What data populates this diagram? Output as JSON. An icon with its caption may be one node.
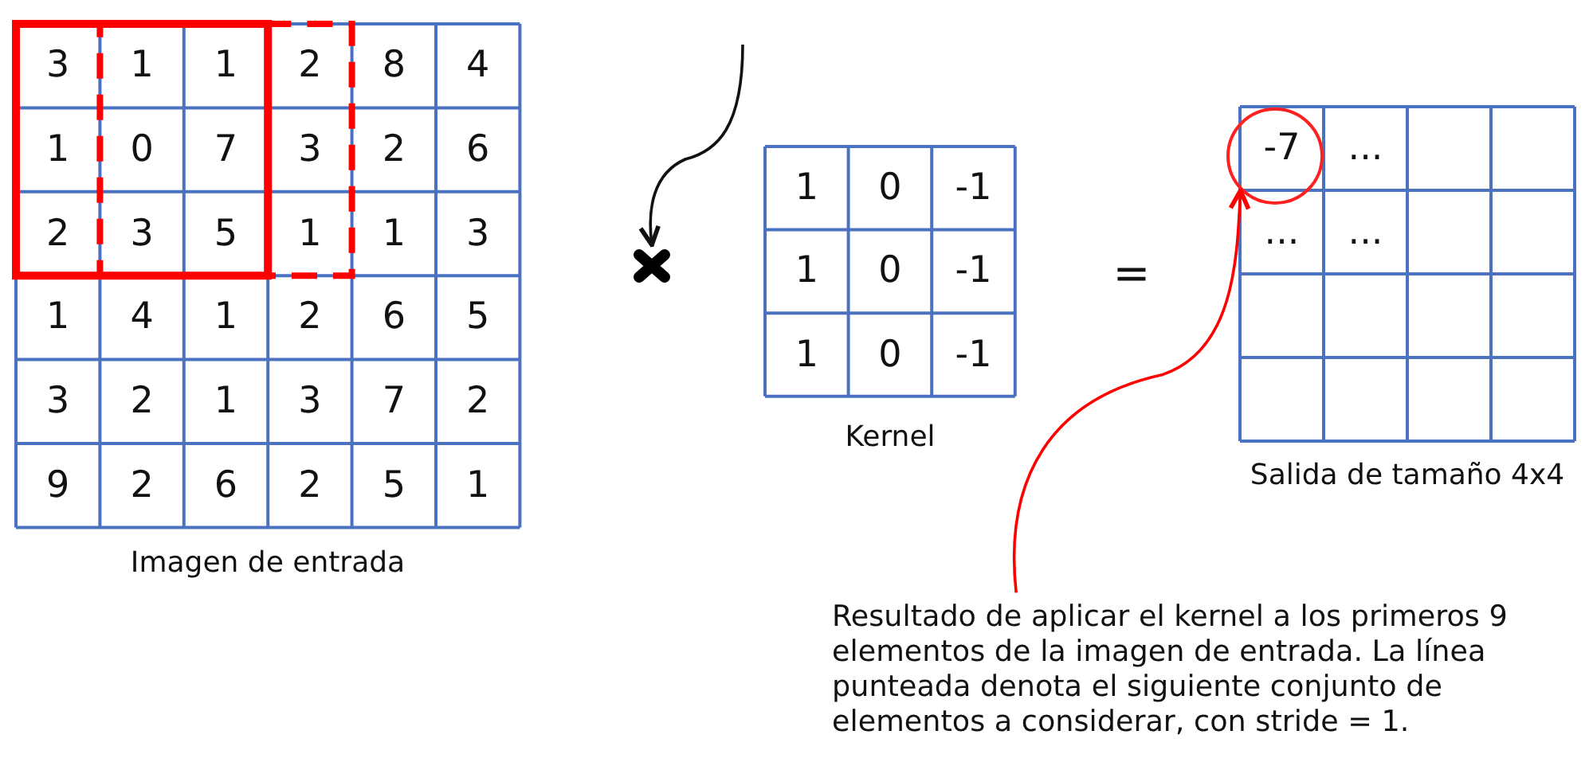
{
  "diagram": {
    "nodes": [
      {
        "text": [
          "Resultado de aplicar el kernel a los primeros 9 elementos de la imagen de entrada. La línea punteada denota el siguiente conjunto de elementos a considerar, con stride = 1."
        ]
      },
      {
        "text": [],
        "shape": "circle"
      },
      {
        "text": [],
        "shape": "cross"
      }
    ],
    "edges": [
      {
        "from": null,
        "to": 2,
        "arrow": "to"
      },
      {
        "from": 0,
        "to": 1,
        "arrow": "to",
        "color": "#ff0000"
      }
    ],
    "labels": [
      "3",
      "1",
      "1",
      "2",
      "8",
      "4",
      "1",
      "0",
      "7",
      "3",
      "2",
      "6",
      "2",
      "3",
      "5",
      "1",
      "1",
      "3",
      "1",
      "4",
      "1",
      "2",
      "6",
      "5",
      "3",
      "2",
      "1",
      "3",
      "7",
      "2",
      "9",
      "2",
      "6",
      "2",
      "5",
      "1",
      "Imagen de entrada",
      "1",
      "0",
      "-1",
      "1",
      "0",
      "-1",
      "1",
      "0",
      "-1",
      "Kernel",
      "=",
      "-7",
      "...",
      "...",
      "...",
      "Salida de tamaño 4x4"
    ]
  }
}
